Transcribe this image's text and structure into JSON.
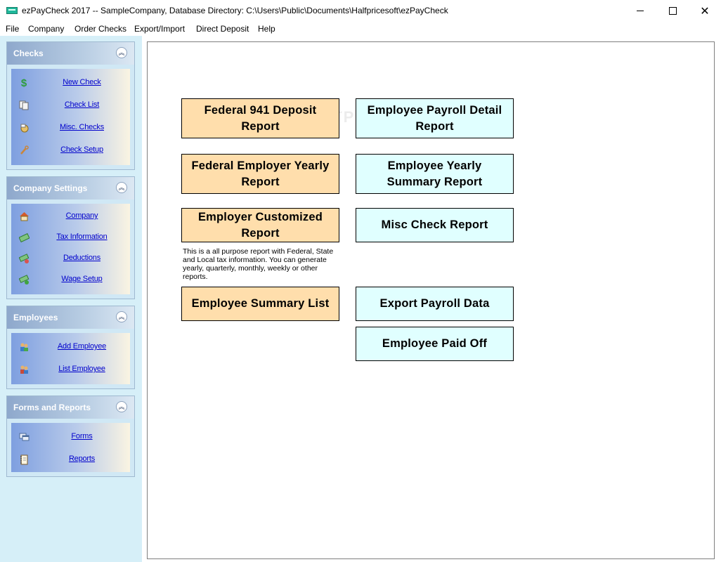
{
  "window": {
    "title": "ezPayCheck 2017 -- SampleCompany, Database Directory: C:\\Users\\Public\\Documents\\Halfpricesoft\\ezPayCheck",
    "controls": {
      "minimize": "",
      "maximize": "",
      "close": "✕"
    }
  },
  "menu": [
    "File",
    "Company",
    "Order Checks",
    "Export/Import",
    "Direct Deposit",
    "Help"
  ],
  "sidebar": {
    "panels": [
      {
        "title": "Checks",
        "items": [
          {
            "label": "New Check",
            "icon": "dollar-icon"
          },
          {
            "label": "Check List",
            "icon": "pages-icon"
          },
          {
            "label": "Misc. Checks",
            "icon": "money-bag-icon"
          },
          {
            "label": "Check Setup",
            "icon": "wrench-icon"
          }
        ]
      },
      {
        "title": "Company Settings",
        "items": [
          {
            "label": "Company",
            "icon": "house-icon"
          },
          {
            "label": "Tax Information",
            "icon": "money-icon"
          },
          {
            "label": "Deductions",
            "icon": "money-minus-icon"
          },
          {
            "label": "Wage Setup",
            "icon": "money-plus-icon"
          }
        ]
      },
      {
        "title": "Employees",
        "items": [
          {
            "label": "Add Employee",
            "icon": "add-people-icon"
          },
          {
            "label": "List Employee",
            "icon": "people-icon"
          }
        ]
      },
      {
        "title": "Forms and Reports",
        "items": [
          {
            "label": "Forms",
            "icon": "windows-icon"
          },
          {
            "label": "Reports",
            "icon": "notebook-icon"
          }
        ]
      }
    ]
  },
  "reports": {
    "federal_941": "Federal 941 Deposit Report",
    "employee_payroll_detail": "Employee Payroll Detail Report",
    "federal_employer_yearly": "Federal Employer Yearly Report",
    "employee_yearly_summary": "Employee Yearly Summary Report",
    "employer_customized": "Employer Customized Report",
    "misc_check": "Misc Check Report",
    "customized_description": "This is a all purpose report with Federal, State and Local tax information. You can generate yearly, quarterly, monthly, weekly or other reports.",
    "employee_summary_list": "Employee Summary List",
    "export_payroll": "Export Payroll Data",
    "employee_paid_off": "Employee Paid Off"
  },
  "watermark": "SOFTPEDIA",
  "colors": {
    "orange_button": "#ffdeac",
    "cyan_button": "#e0ffff",
    "link": "#0000cc"
  }
}
